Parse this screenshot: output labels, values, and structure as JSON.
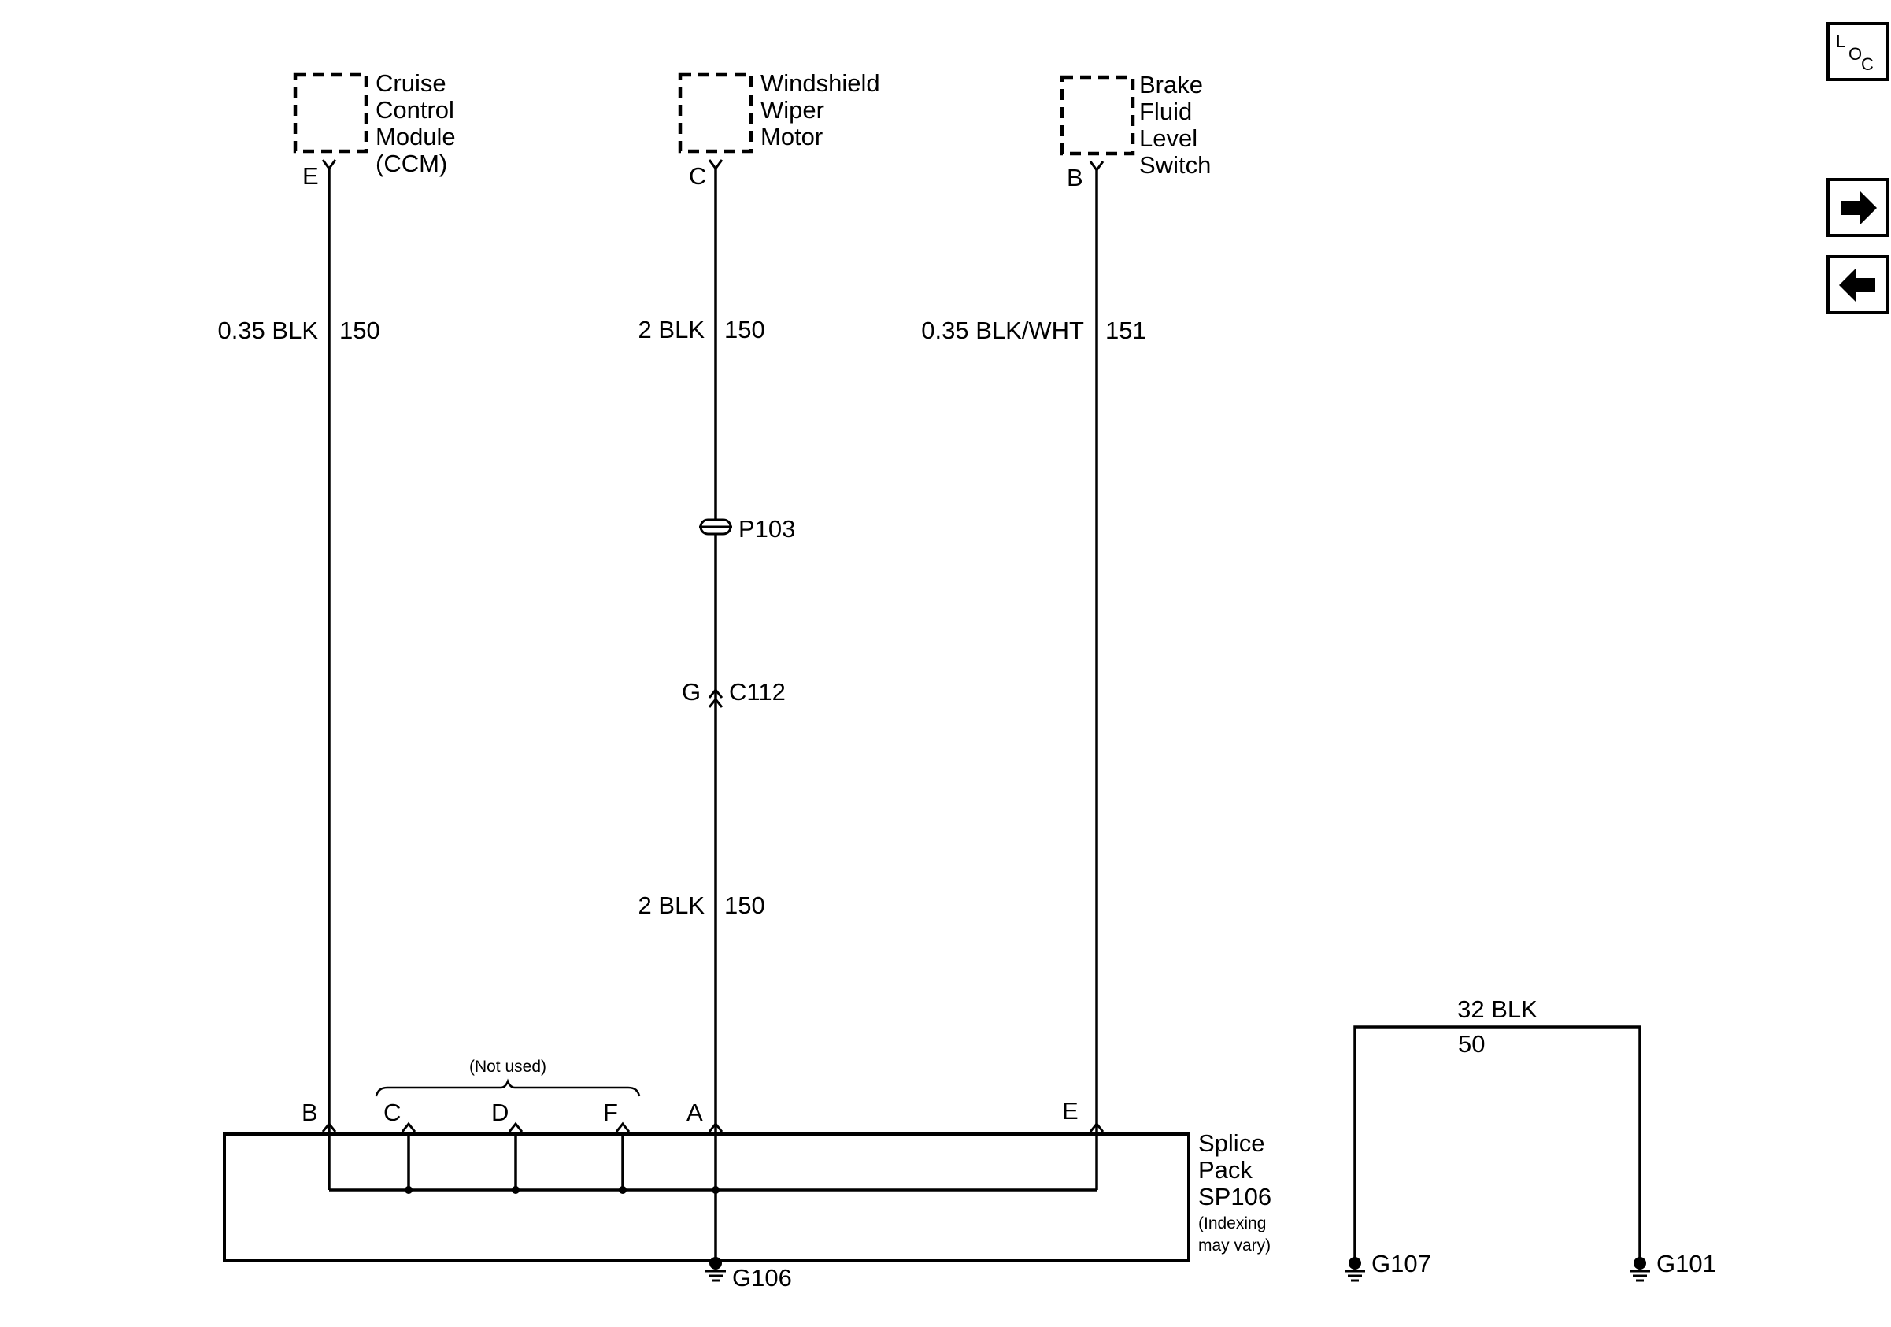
{
  "components": {
    "ccm": {
      "lines": [
        "Cruise",
        "Control",
        "Module",
        "(CCM)"
      ],
      "pin": "E"
    },
    "wiper": {
      "lines": [
        "Windshield",
        "Wiper",
        "Motor"
      ],
      "pin": "C"
    },
    "brake": {
      "lines": [
        "Brake",
        "Fluid",
        "Level",
        "Switch"
      ],
      "pin": "B"
    }
  },
  "wires": {
    "ccm": {
      "size_color": "0.35 BLK",
      "circuit": "150"
    },
    "wiper_upper": {
      "size_color": "2 BLK",
      "circuit": "150"
    },
    "wiper_lower": {
      "size_color": "2 BLK",
      "circuit": "150"
    },
    "brake": {
      "size_color": "0.35 BLK/WHT",
      "circuit": "151"
    },
    "ground_strap": {
      "size_color": "32 BLK",
      "circuit": "50"
    }
  },
  "connectors": {
    "p103": "P103",
    "c112": {
      "name": "C112",
      "pin": "G"
    }
  },
  "splice_pack": {
    "lines": [
      "Splice",
      "Pack",
      "SP106"
    ],
    "note_lines": [
      "(Indexing",
      "may vary)"
    ],
    "pins": {
      "b": "B",
      "c": "C",
      "d": "D",
      "f": "F",
      "a": "A",
      "e": "E"
    },
    "not_used": "(Not used)"
  },
  "grounds": {
    "g106": "G106",
    "g107": "G107",
    "g101": "G101"
  },
  "nav": {
    "loc": {
      "l": "L",
      "o": "O",
      "c": "C"
    },
    "next_icon": "arrow-right-icon",
    "prev_icon": "arrow-left-icon"
  }
}
